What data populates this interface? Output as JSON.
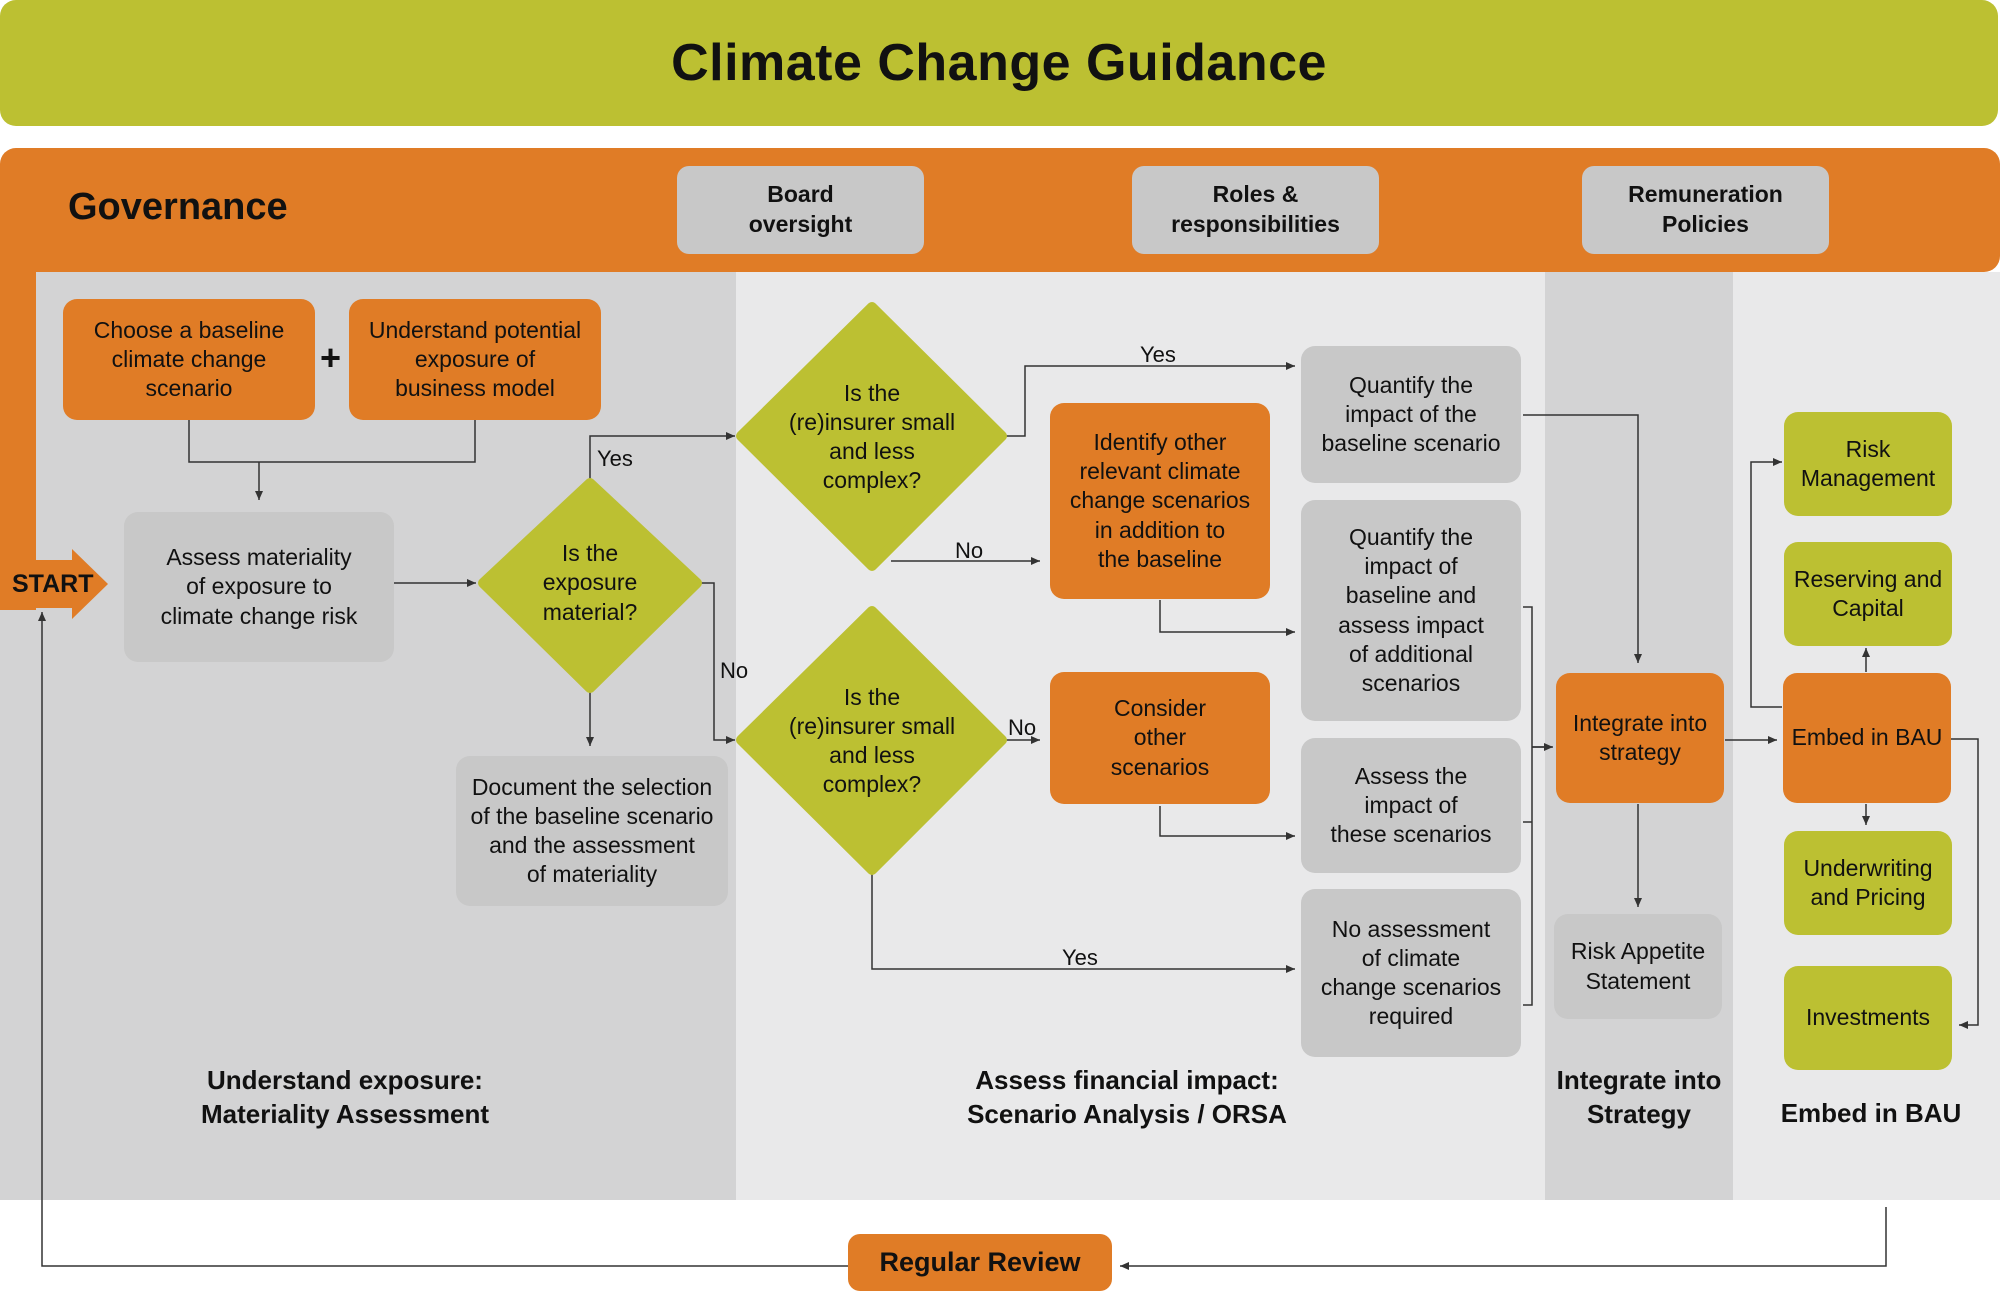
{
  "title": "Climate Change Guidance",
  "governance": {
    "label": "Governance",
    "items": [
      "Board\noversight",
      "Roles &\nresponsibilities",
      "Remuneration\nPolicies"
    ]
  },
  "start_label": "START",
  "nodes": {
    "baseline": "Choose a baseline\nclimate change\nscenario",
    "plus": "+",
    "exposure": "Understand potential\nexposure of\nbusiness model",
    "assess": "Assess materiality\nof  exposure to\nclimate change risk",
    "material_q": "Is the\nexposure\nmaterial?",
    "document": "Document the selection\nof the baseline scenario\nand the assessment\nof materiality",
    "small_q1": "Is the\n(re)insurer small\nand less\ncomplex?",
    "small_q2": "Is the\n(re)insurer small\nand less\ncomplex?",
    "identify": "Identify other\nrelevant climate\nchange scenarios\nin addition to\nthe baseline",
    "consider": "Consider\nother\nscenarios",
    "quantify_base": "Quantify the\nimpact of the\nbaseline scenario",
    "quantify_add": "Quantify the\nimpact of\nbaseline and\nassess impact\nof additional\nscenarios",
    "assess_these": "Assess the\nimpact of\nthese scenarios",
    "no_assessment": "No assessment\nof climate\nchange scenarios\nrequired",
    "integrate": "Integrate into\nstrategy",
    "risk_appetite": "Risk Appetite\nStatement",
    "embed": "Embed in BAU",
    "risk_mgmt": "Risk\nManagement",
    "reserving": "Reserving and\nCapital",
    "underwriting": "Underwriting\nand Pricing",
    "investments": "Investments"
  },
  "edge_labels": {
    "yes_material": "Yes",
    "no_material": "No",
    "yes_q1": "Yes",
    "no_q1": "No",
    "no_q2": "No",
    "yes_q2": "Yes"
  },
  "phases": [
    "Understand exposure:\nMateriality Assessment",
    "Assess financial impact:\nScenario Analysis / ORSA",
    "Integrate into\nStrategy",
    "Embed in BAU"
  ],
  "review_label": "Regular Review",
  "colors": {
    "orange": "#e07c26",
    "green": "#bcc032",
    "grey_box": "#c8c8c8",
    "panel_dark": "#d3d3d4",
    "panel_light": "#e9e9ea"
  }
}
